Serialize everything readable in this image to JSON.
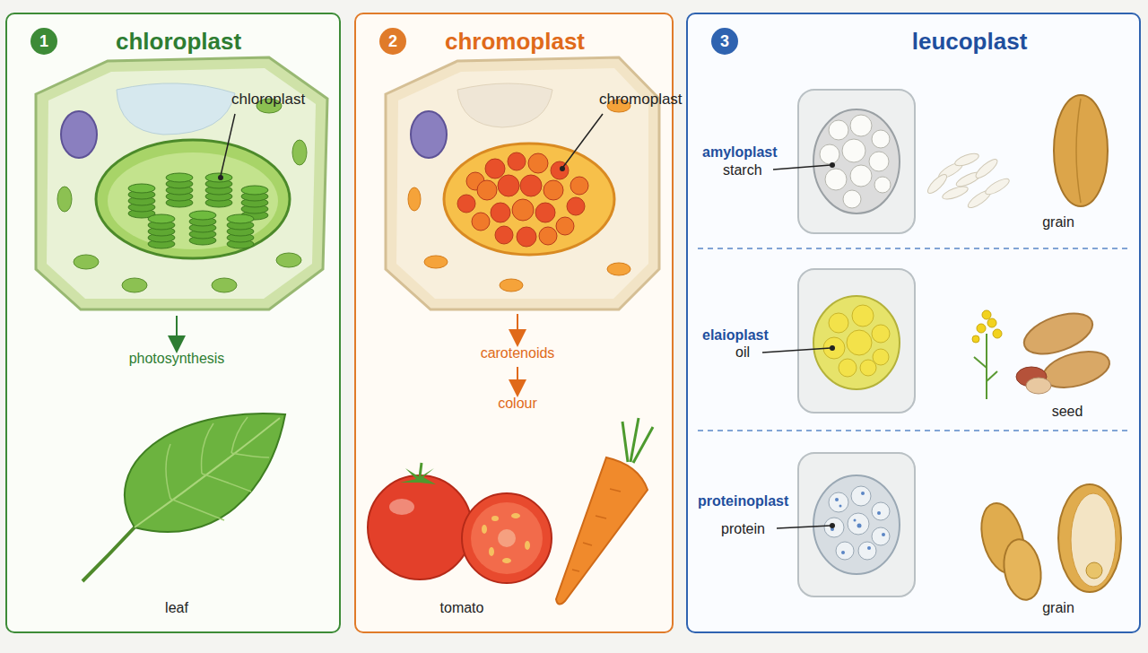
{
  "diagram": {
    "nodes": [
      {
        "text": [
          "chloroplast"
        ]
      },
      {
        "text": [
          "1"
        ],
        "in": 0
      },
      {
        "text": [
          "chromoplast"
        ]
      },
      {
        "text": [
          "2"
        ],
        "in": 2
      },
      {
        "text": [
          "leucoplast"
        ]
      },
      {
        "text": [
          "3"
        ],
        "in": 4
      }
    ],
    "labels": [
      "chloroplast",
      "photosynthesis",
      "leaf",
      "chromoplast",
      "carotenoids",
      "colour",
      "tomato",
      "amyloplast",
      "starch",
      "grain",
      "elaioplast",
      "oil",
      "seed",
      "proteinoplast",
      "protein",
      "grain"
    ]
  }
}
